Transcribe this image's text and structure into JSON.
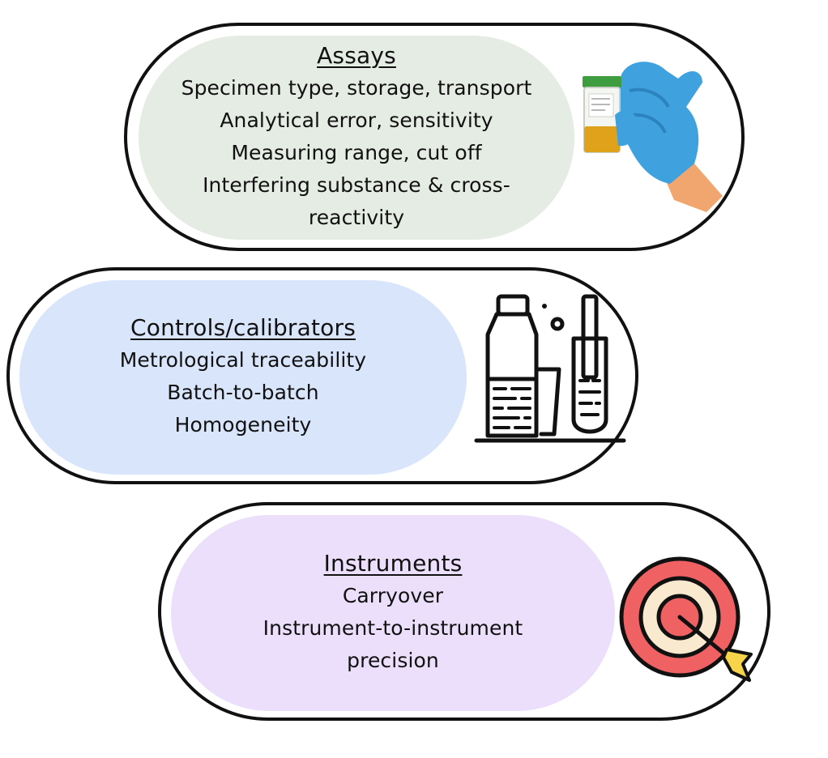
{
  "colors": {
    "assays_bg": "#e5ece3",
    "controls_bg": "#d9e5fb",
    "instruments_bg": "#ebdffb",
    "outline": "#111111",
    "glove": "#3fa2df",
    "target_red": "#ef6163",
    "target_cream": "#f9e9cf",
    "dart_yellow": "#f7d44a"
  },
  "assays": {
    "title": "Assays",
    "lines": [
      "Specimen type, storage, transport",
      "Analytical error, sensitivity",
      "Measuring range, cut off",
      "Interfering substance & cross-",
      "reactivity"
    ],
    "icon": "gloved-hand-specimen-cup-icon"
  },
  "controls": {
    "title": "Controls/calibrators",
    "lines": [
      "Metrological traceability",
      "Batch-to-batch",
      "Homogeneity"
    ],
    "icon": "lab-bottle-test-tube-icon"
  },
  "instruments": {
    "title": "Instruments",
    "lines": [
      "Carryover",
      "Instrument-to-instrument",
      "precision"
    ],
    "icon": "target-dart-icon"
  }
}
